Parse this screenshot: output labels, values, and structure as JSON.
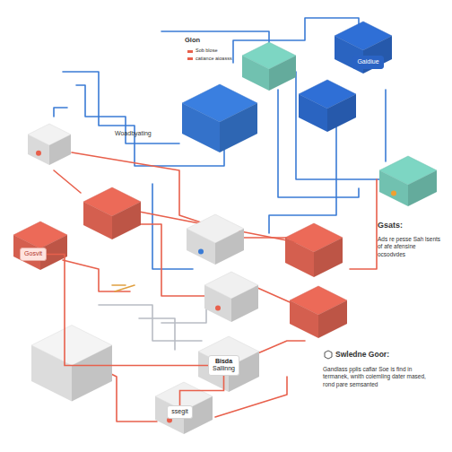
{
  "diagram": {
    "nodes": [
      {
        "text": [
          "Gaidiue"
        ]
      },
      {
        "text": [
          "Bisda",
          "Sallinng"
        ]
      },
      {
        "text": [
          "ssegit"
        ]
      },
      {
        "text": [
          "Gosvit"
        ]
      }
    ],
    "edges": [
      {
        "from": 3,
        "to": 1,
        "arrow": "none"
      },
      {
        "from": 1,
        "to": 2,
        "arrow": "none"
      }
    ],
    "labels": [
      "Glon",
      "Sob blose",
      "catiance aioasss",
      "Woadbyating",
      "Gsats:",
      "Ads re pesse Sah lsents of afe afensine ocsodvdes",
      "Swledne Goor:",
      "Gandlass pplis caflar Soe is find in termanek, wnith coiemling dater mased, rond pare semsanted"
    ]
  }
}
